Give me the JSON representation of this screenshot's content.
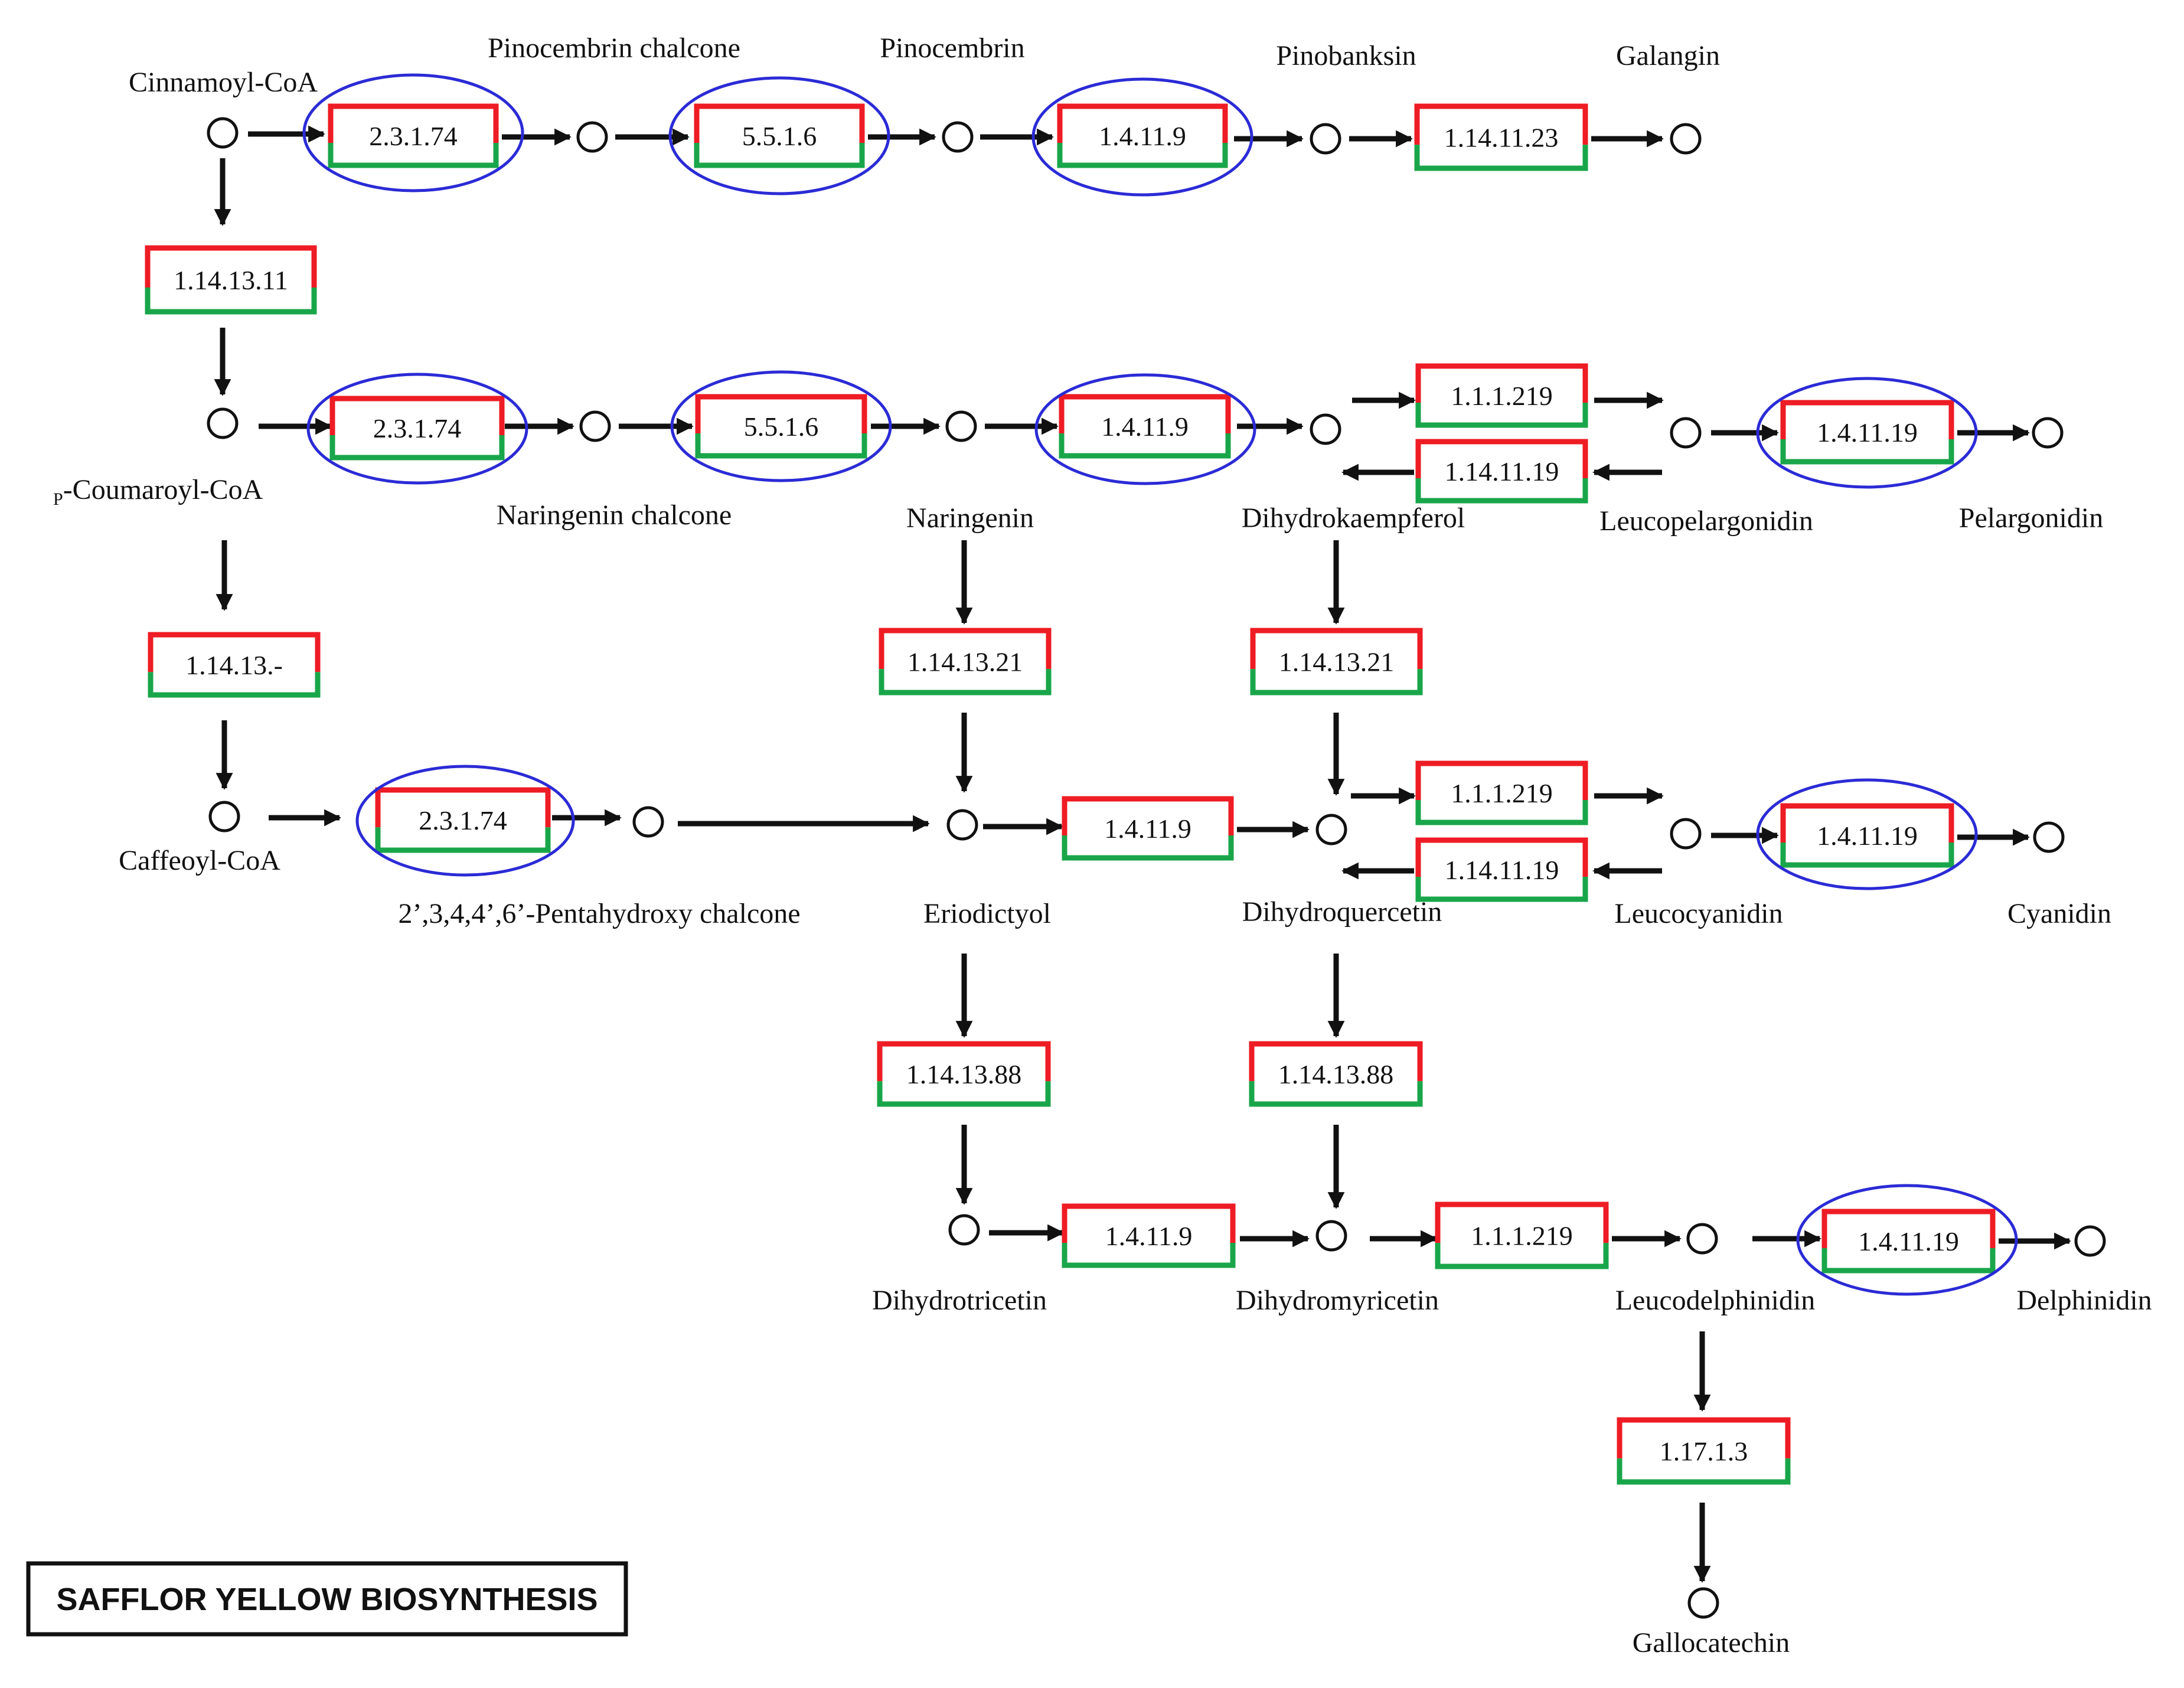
{
  "diagram_title": "SAFFLOR YELLOW BIOSYNTHESIS",
  "colors": {
    "red": "#ee1c24",
    "green": "#19a64a",
    "blue": "#2b2bd6",
    "ink": "#111111"
  },
  "compounds": {
    "cinnamoyl": "Cinnamoyl-CoA",
    "pinocembrin_chalcone": "Pinocembrin chalcone",
    "pinocembrin": "Pinocembrin",
    "pinobanksin": "Pinobanksin",
    "galangin": "Galangin",
    "p_prefix": "P",
    "coumaroyl": "-Coumaroyl-CoA",
    "naringenin_chalcone": "Naringenin chalcone",
    "naringenin": "Naringenin",
    "dihydrokaempferol": "Dihydrokaempferol",
    "leucopelargonidin": "Leucopelargonidin",
    "pelargonidin": "Pelargonidin",
    "caffeoyl": "Caffeoyl-CoA",
    "pentahydroxy_chalcone": "2’,3,4,4’,6’-Pentahydroxy chalcone",
    "eriodictyol": "Eriodictyol",
    "dihydroquercetin": "Dihydroquercetin",
    "leucocyanidin": "Leucocyanidin",
    "cyanidin": "Cyanidin",
    "dihydrotricetin": "Dihydrotricetin",
    "dihydromyricetin": "Dihydromyricetin",
    "leucodelphinidin": "Leucodelphinidin",
    "delphinidin": "Delphinidin",
    "gallocatechin": "Gallocatechin"
  },
  "enzymes": {
    "r1_e1": "2.3.1.74",
    "r1_e2": "5.5.1.6",
    "r1_e3": "1.4.11.9",
    "r1_e4": "1.14.11.23",
    "v_e1": "1.14.13.11",
    "r2_e1": "2.3.1.74",
    "r2_e2": "5.5.1.6",
    "r2_e3": "1.4.11.9",
    "r2_fwd": "1.1.1.219",
    "r2_rev": "1.14.11.19",
    "r2_e4": "1.4.11.19",
    "v_e2": "1.14.13.-",
    "nar_down": "1.14.13.21",
    "dhk_down": "1.14.13.21",
    "r3_e1": "2.3.1.74",
    "r3_e2": "1.4.11.9",
    "r3_fwd": "1.1.1.219",
    "r3_rev": "1.14.11.19",
    "r3_e3": "1.4.11.19",
    "eri_down": "1.14.13.88",
    "dhq_down": "1.14.13.88",
    "r4_e1": "1.4.11.9",
    "r4_e2": "1.1.1.219",
    "r4_e3": "1.4.11.19",
    "ldp_down": "1.17.1.3"
  }
}
